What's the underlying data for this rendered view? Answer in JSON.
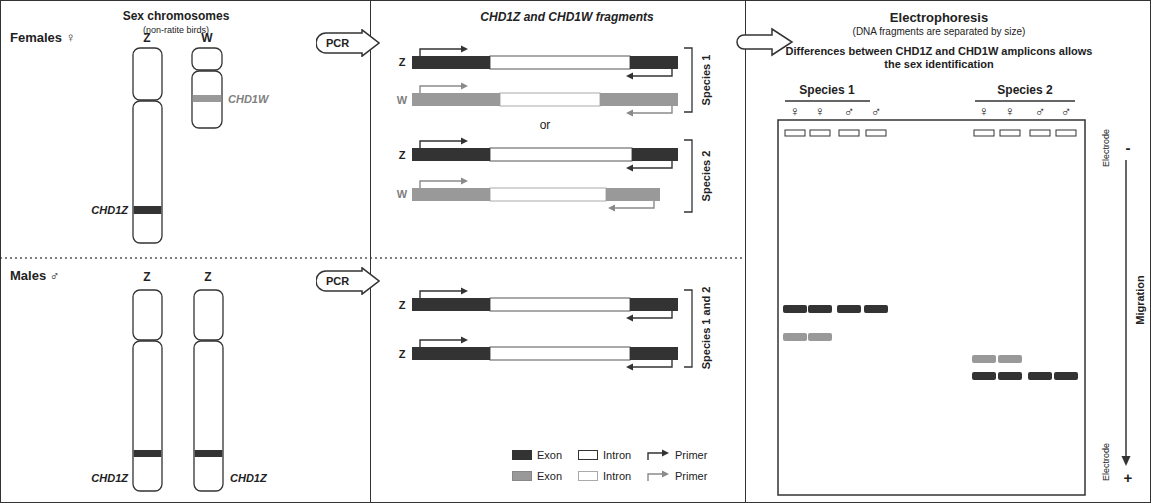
{
  "diagram": {
    "nodes": [
      {
        "text": [
          "Sex chromosomes",
          "(non-ratite birds)"
        ]
      },
      {
        "text": [
          "PCR"
        ]
      },
      {
        "text": [
          "PCR"
        ]
      },
      {
        "text": [
          "CHD1Z and CHD1W fragments"
        ]
      },
      {
        "text": [
          "Electrophoresis",
          "(DNA fragments are separated by size)",
          "Differences between CHD1Z and CHD1W amplicons allows the sex identification"
        ]
      }
    ],
    "labels": [
      "Females ♀",
      "Z",
      "W",
      "CHD1W",
      "CHD1Z",
      "Males ♂",
      "Z",
      "Z",
      "CHD1Z",
      "CHD1Z",
      "Z",
      "W",
      "Species 1",
      "or",
      "Z",
      "W",
      "Species 2",
      "Z",
      "Z",
      "Species 1 and 2",
      "Species 1",
      "Species 2",
      "♀",
      "♀",
      "♂",
      "♂",
      "♀",
      "♀",
      "♂",
      "♂",
      "Electrode",
      "-",
      "Migration",
      "Electrode",
      "+"
    ],
    "legend": [
      {
        "text": "Exon",
        "color": "#333333"
      },
      {
        "text": "Intron",
        "color": "#ffffff"
      },
      {
        "text": "Primer"
      },
      {
        "text": "Exon",
        "color": "#999999"
      },
      {
        "text": "Intron",
        "color": "#ffffff"
      },
      {
        "text": "Primer"
      }
    ]
  }
}
